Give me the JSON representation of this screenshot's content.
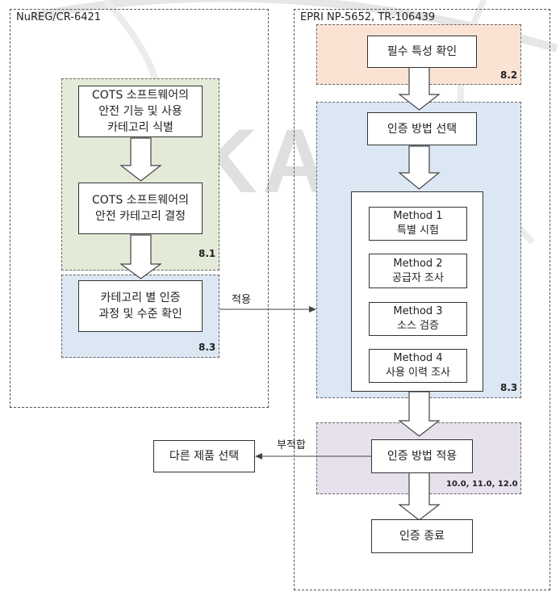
{
  "watermark": "KAERI",
  "left_panel": {
    "title": "NuREG/CR-6421",
    "box1": "COTS 소프트웨어의\n안전 기능 및 사용\n카테고리 식별",
    "box2": "COTS 소프트웨어의\n안전 카테고리 결정",
    "sec1": "8.1",
    "box3": "카테고리 별 인증\n과정 및 수준 확인",
    "sec2": "8.3"
  },
  "apply_label": "적용",
  "right_panel": {
    "title": "EPRI NP-5652, TR-106439",
    "box_essential": "필수 특성 확인",
    "sec_essential": "8.2",
    "box_select": "인증 방법 선택",
    "methods": [
      {
        "name": "Method 1",
        "desc": "특별 시험"
      },
      {
        "name": "Method 2",
        "desc": "공급자 조사"
      },
      {
        "name": "Method 3",
        "desc": "소스 검증"
      },
      {
        "name": "Method 4",
        "desc": "사용 이력 조사"
      }
    ],
    "sec_methods": "8.3",
    "box_apply": "인증 방법 적용",
    "sec_apply": "10.0, 11.0, 12.0",
    "box_end": "인증 종료"
  },
  "unsuitable_label": "부적합",
  "box_other": "다른 제품 선택",
  "colors": {
    "orange": "#fbe3d4",
    "green": "#e4ead8",
    "blue": "#dbe7f3",
    "purple": "#e7e1ee",
    "arrow_fill": "#ffffff",
    "arrow_stroke": "#444444"
  }
}
